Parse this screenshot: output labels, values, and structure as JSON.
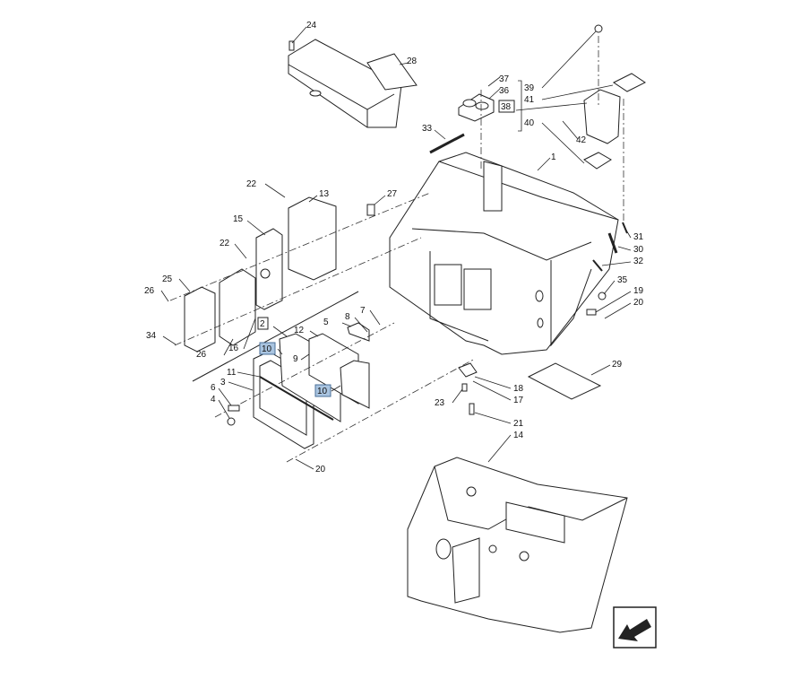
{
  "diagram": {
    "title": "Exploded parts diagram - cab frame and panels",
    "callouts": [
      {
        "id": "c24",
        "text": "24",
        "style": "plain"
      },
      {
        "id": "c28",
        "text": "28",
        "style": "plain"
      },
      {
        "id": "c37",
        "text": "37",
        "style": "plain"
      },
      {
        "id": "c36",
        "text": "36",
        "style": "plain"
      },
      {
        "id": "c39",
        "text": "39",
        "style": "plain"
      },
      {
        "id": "c41",
        "text": "41",
        "style": "plain"
      },
      {
        "id": "c38",
        "text": "38",
        "style": "boxed"
      },
      {
        "id": "c40",
        "text": "40",
        "style": "plain"
      },
      {
        "id": "c42",
        "text": "42",
        "style": "plain"
      },
      {
        "id": "c33",
        "text": "33",
        "style": "plain"
      },
      {
        "id": "c1",
        "text": "1",
        "style": "plain"
      },
      {
        "id": "c22a",
        "text": "22",
        "style": "plain"
      },
      {
        "id": "c13",
        "text": "13",
        "style": "plain"
      },
      {
        "id": "c27",
        "text": "27",
        "style": "plain"
      },
      {
        "id": "c15",
        "text": "15",
        "style": "plain"
      },
      {
        "id": "c22b",
        "text": "22",
        "style": "plain"
      },
      {
        "id": "c31",
        "text": "31",
        "style": "plain"
      },
      {
        "id": "c30",
        "text": "30",
        "style": "plain"
      },
      {
        "id": "c32",
        "text": "32",
        "style": "plain"
      },
      {
        "id": "c25",
        "text": "25",
        "style": "plain"
      },
      {
        "id": "c26a",
        "text": "26",
        "style": "plain"
      },
      {
        "id": "c35",
        "text": "35",
        "style": "plain"
      },
      {
        "id": "c19",
        "text": "19",
        "style": "plain"
      },
      {
        "id": "c20a",
        "text": "20",
        "style": "plain"
      },
      {
        "id": "c7",
        "text": "7",
        "style": "plain"
      },
      {
        "id": "c5",
        "text": "5",
        "style": "plain"
      },
      {
        "id": "c8",
        "text": "8",
        "style": "plain"
      },
      {
        "id": "c2",
        "text": "2",
        "style": "boxed"
      },
      {
        "id": "c34",
        "text": "34",
        "style": "plain"
      },
      {
        "id": "c12",
        "text": "12",
        "style": "plain"
      },
      {
        "id": "c10a",
        "text": "10",
        "style": "highlighted"
      },
      {
        "id": "c9",
        "text": "9",
        "style": "plain"
      },
      {
        "id": "c26b",
        "text": "26",
        "style": "plain"
      },
      {
        "id": "c16",
        "text": "16",
        "style": "plain"
      },
      {
        "id": "c11",
        "text": "11",
        "style": "plain"
      },
      {
        "id": "c3",
        "text": "3",
        "style": "plain"
      },
      {
        "id": "c10b",
        "text": "10",
        "style": "highlighted"
      },
      {
        "id": "c6",
        "text": "6",
        "style": "plain"
      },
      {
        "id": "c4",
        "text": "4",
        "style": "plain"
      },
      {
        "id": "c18",
        "text": "18",
        "style": "plain"
      },
      {
        "id": "c17",
        "text": "17",
        "style": "plain"
      },
      {
        "id": "c29",
        "text": "29",
        "style": "plain"
      },
      {
        "id": "c23",
        "text": "23",
        "style": "plain"
      },
      {
        "id": "c21",
        "text": "21",
        "style": "plain"
      },
      {
        "id": "c14",
        "text": "14",
        "style": "plain"
      },
      {
        "id": "c20b",
        "text": "20",
        "style": "plain"
      }
    ],
    "highlight_color": "#a9c4e0",
    "nav_icon": "view-direction-arrow-icon"
  }
}
